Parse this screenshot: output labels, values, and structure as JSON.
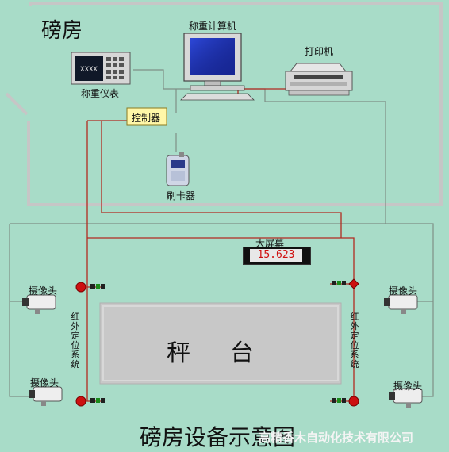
{
  "labels": {
    "room": "磅房",
    "computer": "称重计算机",
    "printer": "打印机",
    "weigh_meter": "称重仪表",
    "controller": "控制器",
    "card_reader": "刷卡器",
    "big_screen": "大屏幕",
    "display_value": "15.623",
    "camera_top_left": "摄像头",
    "camera_bottom_left": "摄像头",
    "camera_top_right": "摄像头",
    "camera_bottom_right": "摄像头",
    "infrared_left": "红外定位系统",
    "infrared_right": "红外定位系统",
    "platform": "秤台",
    "footer_title": "磅房设备示意图",
    "company": "高精香木自动化技术有限公司"
  },
  "colors": {
    "background": "#a8dcc8",
    "room_wall": "#c6c6c6",
    "platform": "#c8c8c8",
    "cable_red": "#b22a20",
    "cable_gray": "#7f8f86",
    "controller_box": "#fff7a8",
    "lamp": "#cc1010"
  }
}
